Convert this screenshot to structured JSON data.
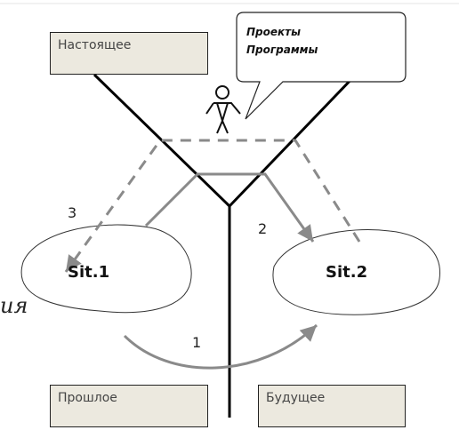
{
  "boxes": {
    "present": "Настоящее",
    "past": "Прошлое",
    "future": "Будущее"
  },
  "speech": {
    "line1": "Проекты",
    "line2": "Программы"
  },
  "situations": {
    "sit1": "Sit.1",
    "sit2": "Sit.2"
  },
  "arrows": {
    "a1": "1",
    "a2": "2",
    "a3": "3"
  },
  "partial_text": "ия",
  "colors": {
    "box_fill": "#ece9df",
    "gray_arrow": "#8a8a8a",
    "line": "#000000"
  }
}
